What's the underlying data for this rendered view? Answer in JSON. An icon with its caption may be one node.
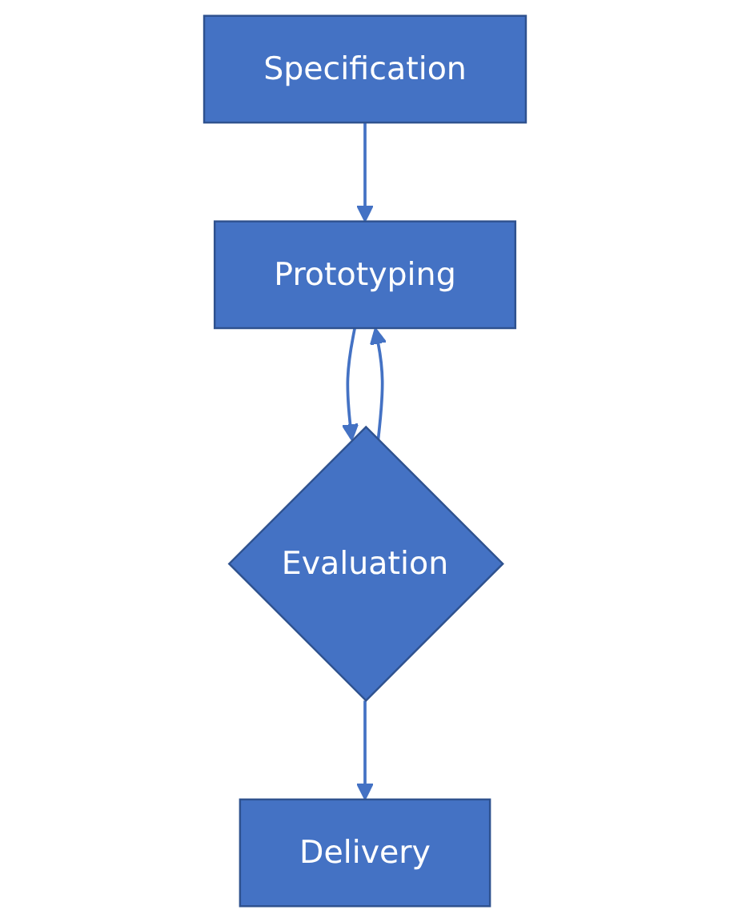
{
  "diagram": {
    "nodes": [
      {
        "text": [
          "Specification"
        ]
      },
      {
        "text": [
          "Prototyping"
        ]
      },
      {
        "text": [
          "Evaluation"
        ]
      },
      {
        "text": [
          "Delivery"
        ]
      }
    ],
    "edges": [
      {
        "from": 0,
        "to": 1,
        "arrow": "to"
      },
      {
        "from": 1,
        "to": 2,
        "arrow": "to"
      },
      {
        "from": 2,
        "to": 3,
        "arrow": "to"
      },
      {
        "from": 2,
        "to": 1,
        "arrow": "to"
      }
    ]
  }
}
